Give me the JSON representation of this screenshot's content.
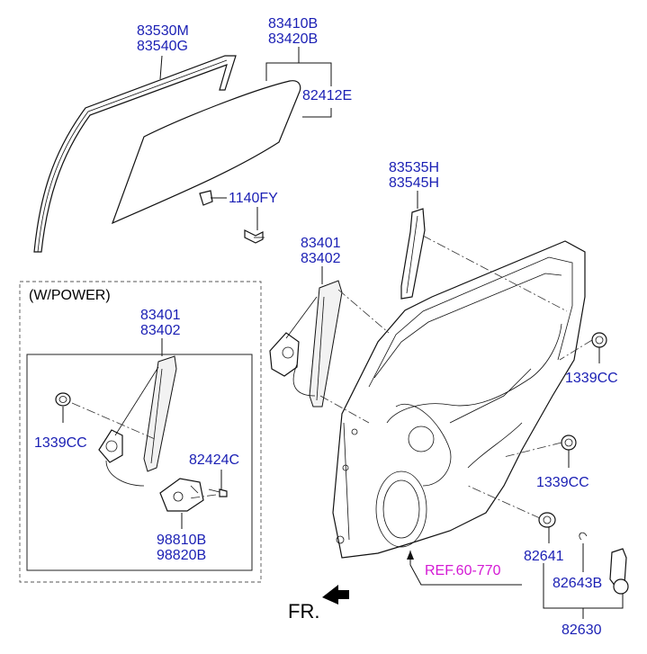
{
  "labels": {
    "run_channel_top": [
      "83530M",
      "83540G"
    ],
    "glass": [
      "83410B",
      "83420B"
    ],
    "glass_sub": "82412E",
    "bolt": "1140FY",
    "run_channel_rear": [
      "83535H",
      "83545H"
    ],
    "regulator_manual": [
      "83401",
      "83402"
    ],
    "w_power": "(W/POWER)",
    "regulator_power": [
      "83401",
      "83402"
    ],
    "grommet_left": "1339CC",
    "screw": "82424C",
    "motor": [
      "98810B",
      "98820B"
    ],
    "grommet_upper": "1339CC",
    "grommet_lower": "1339CC",
    "washer": "82641",
    "clip": "82643B",
    "handle_assy": "82630",
    "ref": "REF.60-770",
    "front": "FR."
  },
  "colors": {
    "part_number": "#1a1fb4",
    "reference": "#d41ad4",
    "line": "#111111"
  }
}
